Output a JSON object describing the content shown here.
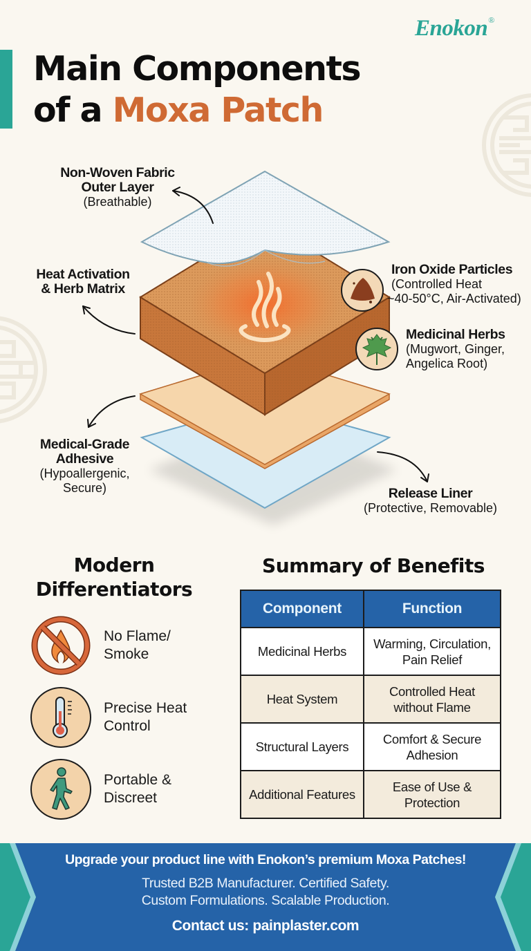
{
  "brand": {
    "name": "Enokon",
    "mark": "®",
    "color": "#2aa596"
  },
  "header": {
    "title_line1": "Main Components",
    "title_line2_prefix": "of a ",
    "title_line2_accent": "Moxa Patch",
    "accent_color": "#cf6a34"
  },
  "diagram": {
    "labels": {
      "outer_layer": {
        "title1": "Non-Woven Fabric",
        "title2": "Outer Layer",
        "note": "(Breathable)"
      },
      "heat_matrix": {
        "title1": "Heat Activation",
        "title2": "& Herb Matrix"
      },
      "iron_oxide": {
        "title": "Iron Oxide Particles",
        "note1": "(Controlled Heat",
        "note2": "~40-50°C, Air-Activated)",
        "icon": "powder-pile-icon"
      },
      "herbs": {
        "title": "Medicinal Herbs",
        "note1": "(Mugwort, Ginger,",
        "note2": "Angelica Root)",
        "icon": "herb-leaf-icon"
      },
      "adhesive": {
        "title1": "Medical-Grade",
        "title2": "Adhesive",
        "note1": "(Hypoallergenic,",
        "note2": "Secure)"
      },
      "liner": {
        "title": "Release Liner",
        "note": "(Protective, Removable)"
      }
    },
    "center_icon": "heat-waves-icon"
  },
  "differentiators": {
    "title_line1": "Modern",
    "title_line2": "Differentiators",
    "items": [
      {
        "icon": "no-flame-icon",
        "line1": "No Flame/",
        "line2": "Smoke"
      },
      {
        "icon": "thermometer-icon",
        "line1": "Precise Heat",
        "line2": "Control"
      },
      {
        "icon": "walking-person-icon",
        "line1": "Portable &",
        "line2": "Discreet"
      }
    ]
  },
  "summary": {
    "title": "Summary of Benefits",
    "columns": [
      "Component",
      "Function"
    ],
    "rows": [
      {
        "component": "Medicinal Herbs",
        "function1": "Warming, Circulation,",
        "function2": "Pain Relief"
      },
      {
        "component": "Heat System",
        "function1": "Controlled Heat",
        "function2": "without Flame"
      },
      {
        "component": "Structural Layers",
        "function1": "Comfort & Secure",
        "function2": "Adhesion"
      },
      {
        "component": "Additional Features",
        "function1": "Ease of Use &",
        "function2": "Protection"
      }
    ],
    "header_color": "#2563a8"
  },
  "banner": {
    "headline": "Upgrade your product line with Enokon’s premium Moxa Patches!",
    "sub1": "Trusted B2B Manufacturer. Certified Safety.",
    "sub2": "Custom Formulations. Scalable Production.",
    "contact": "Contact us: painplaster.com",
    "bg_color": "#2563a8",
    "edge_color": "#2aa596"
  }
}
